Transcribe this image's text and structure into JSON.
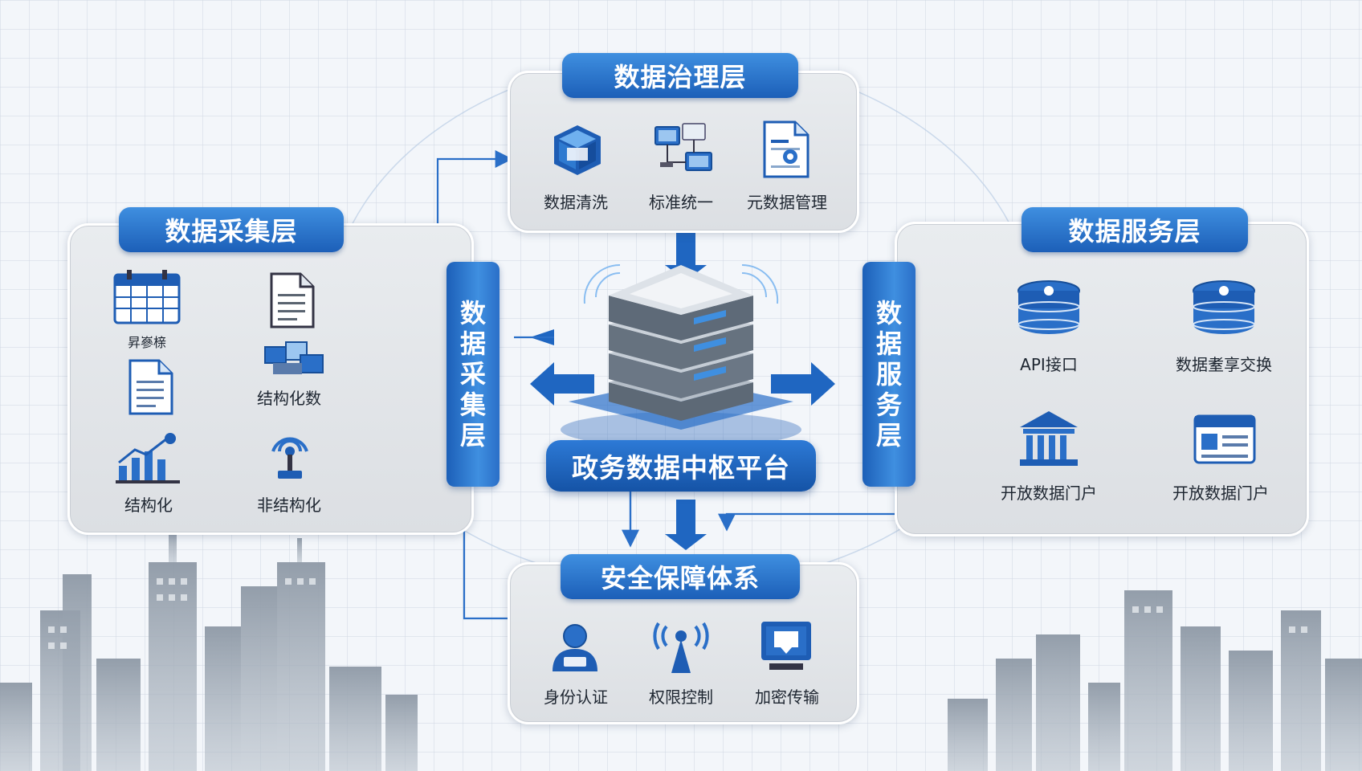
{
  "hub": {
    "title": "政务数据中枢平台"
  },
  "governance": {
    "title": "数据治理层",
    "items": [
      {
        "label": "数据清洗",
        "icon": "cube-icon"
      },
      {
        "label": "标准统一",
        "icon": "network-icon"
      },
      {
        "label": "元数据管理",
        "icon": "document-gear-icon"
      }
    ]
  },
  "collection": {
    "title": "数据采集层",
    "bar_chars": [
      "数",
      "据",
      "采",
      "集",
      "层"
    ],
    "items": [
      {
        "label": "昇嵾榇",
        "icon": "table-icon"
      },
      {
        "label": "",
        "icon": "document-icon"
      },
      {
        "label": "结构化",
        "icon": "bar-chart-icon"
      },
      {
        "label": "",
        "icon": "document-icon"
      },
      {
        "label": "结构化数",
        "icon": "devices-icon"
      },
      {
        "label": "非结构化",
        "icon": "antenna-icon"
      }
    ]
  },
  "service": {
    "title": "数据服务层",
    "bar_chars": [
      "数",
      "据",
      "服",
      "务",
      "层"
    ],
    "items": [
      {
        "label": "API接口",
        "icon": "database-icon"
      },
      {
        "label": "数据耊享交换",
        "icon": "database-icon"
      },
      {
        "label": "开放数据门户",
        "icon": "government-building-icon"
      },
      {
        "label": "开放数据门户",
        "icon": "id-card-icon"
      }
    ]
  },
  "security": {
    "title": "安全保障体系",
    "items": [
      {
        "label": "身份认证",
        "icon": "user-badge-icon"
      },
      {
        "label": "权限控制",
        "icon": "signal-tower-icon"
      },
      {
        "label": "加密传输",
        "icon": "monitor-lock-icon"
      }
    ]
  },
  "colors": {
    "accent": "#1f66c1",
    "accent_light": "#3f8fe0",
    "panel": "#e3e6ea",
    "text": "#1d2530"
  }
}
